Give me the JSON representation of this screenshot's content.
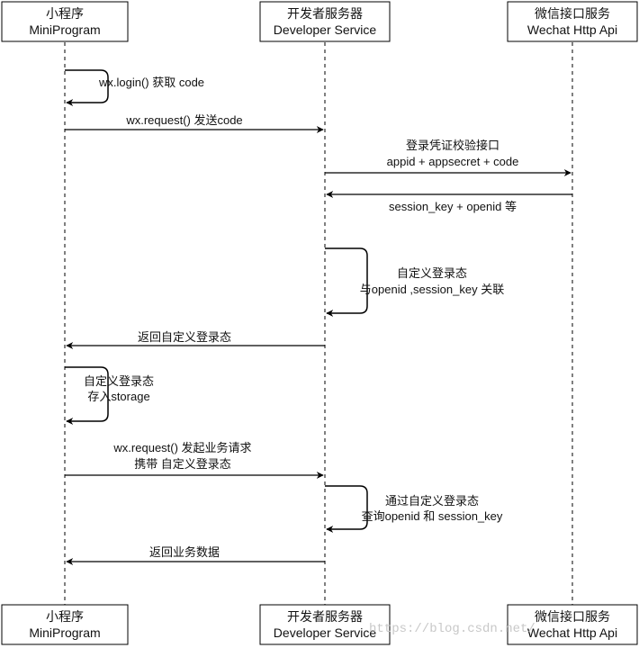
{
  "participants": [
    {
      "id": "mini",
      "line1": "小程序",
      "line2": "MiniProgram"
    },
    {
      "id": "dev",
      "line1": "开发者服务器",
      "line2": "Developer Service"
    },
    {
      "id": "wx",
      "line1": "微信接口服务",
      "line2": "Wechat Http Api"
    }
  ],
  "messages": [
    {
      "id": "m1",
      "kind": "self",
      "on": "mini",
      "lines": [
        "wx.login() 获取 code"
      ]
    },
    {
      "id": "m2",
      "kind": "arrow",
      "from": "mini",
      "to": "dev",
      "lines": [
        "wx.request() 发送code"
      ]
    },
    {
      "id": "m3",
      "kind": "arrow",
      "from": "dev",
      "to": "wx",
      "lines": [
        "登录凭证校验接口",
        "appid + appsecret + code"
      ]
    },
    {
      "id": "m4",
      "kind": "arrow",
      "from": "wx",
      "to": "dev",
      "lines": [
        "session_key + openid 等"
      ]
    },
    {
      "id": "m5",
      "kind": "self",
      "on": "dev",
      "lines": [
        "自定义登录态",
        "与openid ,session_key 关联"
      ]
    },
    {
      "id": "m6",
      "kind": "arrow",
      "from": "dev",
      "to": "mini",
      "lines": [
        "返回自定义登录态"
      ]
    },
    {
      "id": "m7",
      "kind": "self",
      "on": "mini",
      "lines": [
        "自定义登录态",
        "存入storage"
      ]
    },
    {
      "id": "m8",
      "kind": "arrow",
      "from": "mini",
      "to": "dev",
      "lines": [
        "wx.request() 发起业务请求",
        "携带 自定义登录态"
      ]
    },
    {
      "id": "m9",
      "kind": "self",
      "on": "dev",
      "lines": [
        "通过自定义登录态",
        "查询openid 和 session_key"
      ]
    },
    {
      "id": "m10",
      "kind": "arrow",
      "from": "dev",
      "to": "mini",
      "lines": [
        "返回业务数据"
      ]
    }
  ],
  "watermark": "https://blog.csdn.net/"
}
